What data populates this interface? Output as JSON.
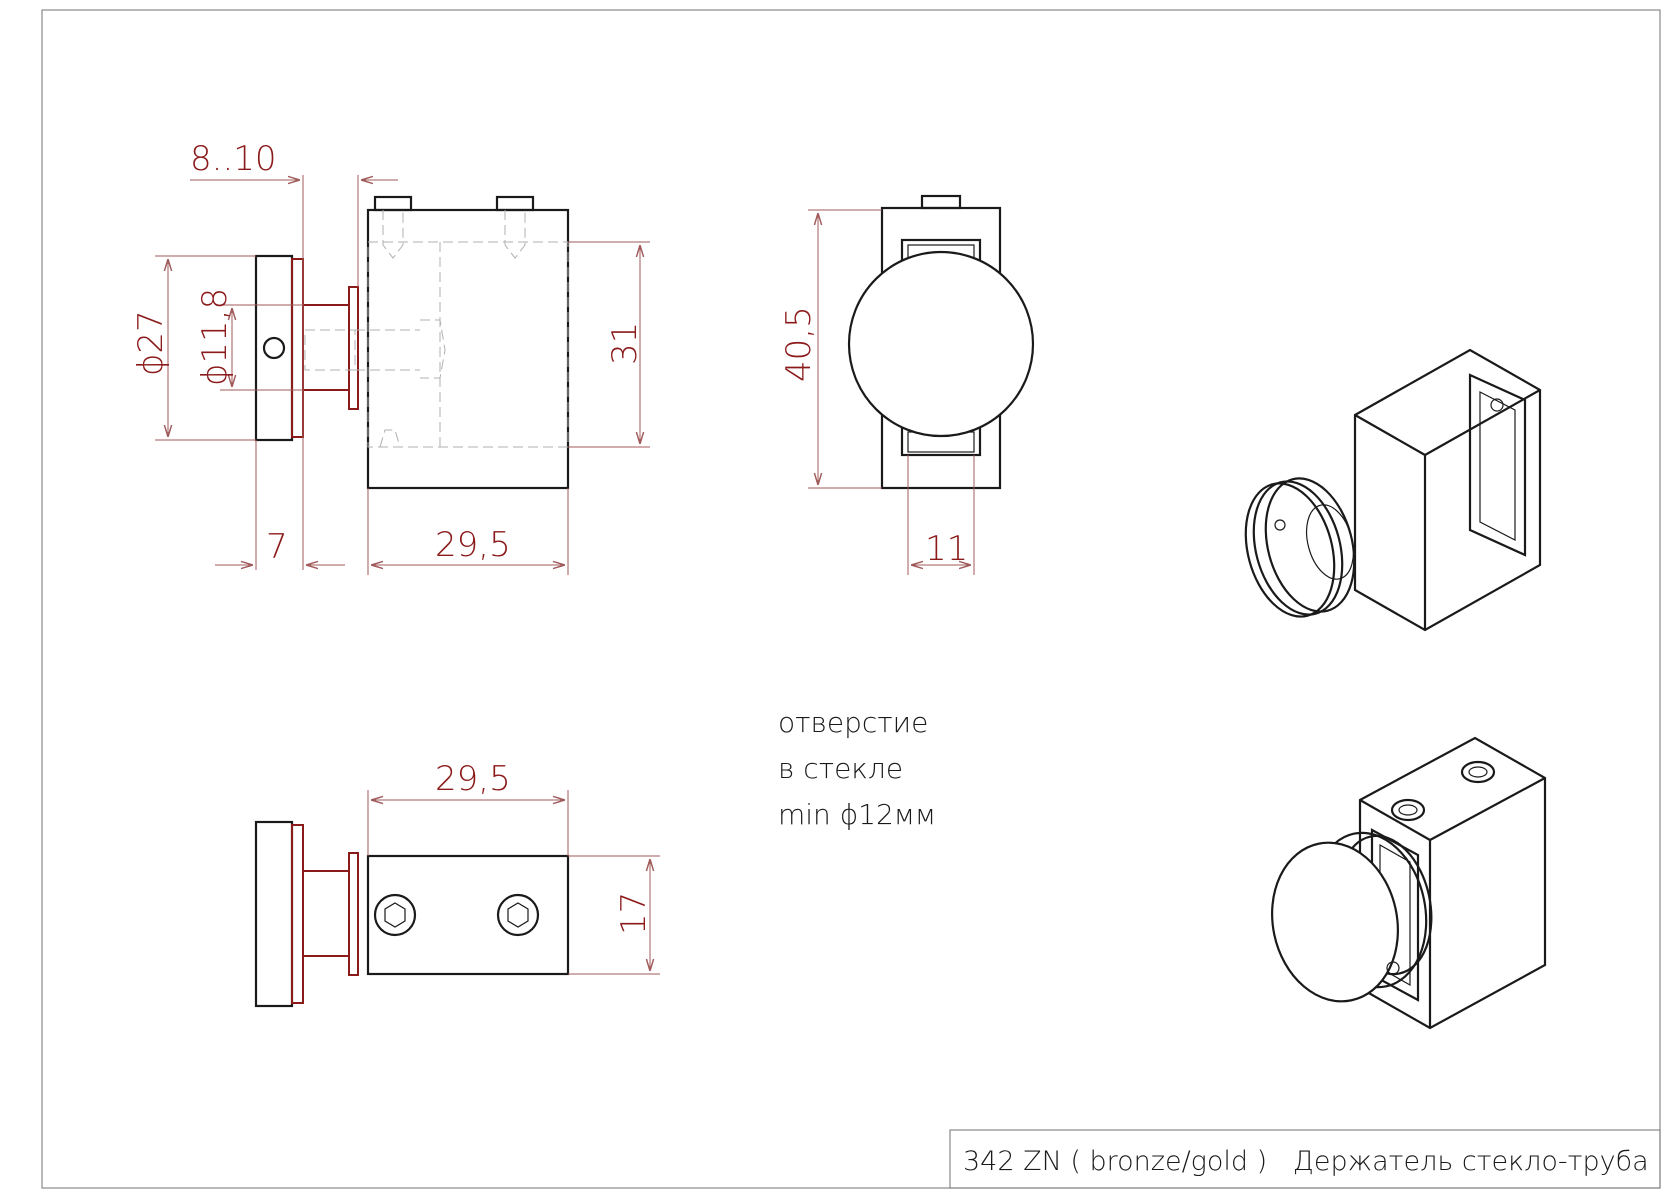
{
  "dimensions": {
    "gap": "8..10",
    "diam_disc": "ϕ27",
    "diam_stem": "ϕ11,8",
    "height_block": "31",
    "disc_thickness": "7",
    "block_length_side": "29,5",
    "height_total": "40,5",
    "slot_width": "11",
    "block_length_bottom": "29,5",
    "block_width": "17"
  },
  "note": {
    "line1": "отверстие",
    "line2": "в стекле",
    "line3": "min ϕ12мм"
  },
  "title_block": {
    "text": "342 ZN ( bronze/gold )   Держатель стекло-труба"
  },
  "colors": {
    "outline": "#1a1a1a",
    "dimension": "#8b1a1a",
    "hidden": "#b0b0b0"
  }
}
